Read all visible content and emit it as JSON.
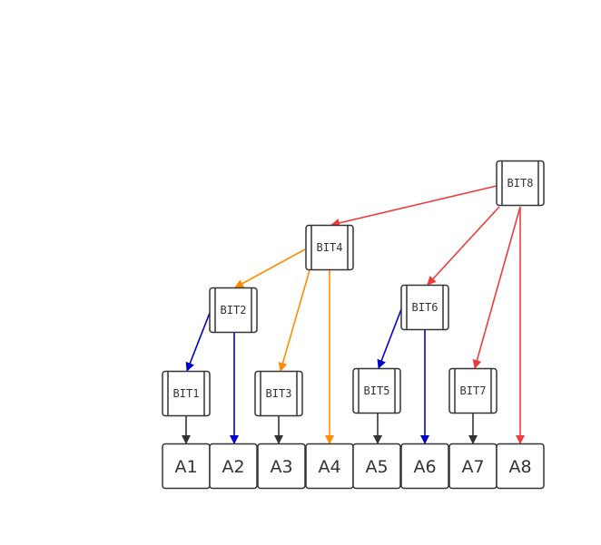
{
  "colors": {
    "red": "#ee3b3b",
    "orange": "#ff8c00",
    "blue": "#0000cc",
    "black": "#333333"
  },
  "bit_nodes": [
    {
      "id": "BIT1",
      "label": "BIT1"
    },
    {
      "id": "BIT2",
      "label": "BIT2"
    },
    {
      "id": "BIT3",
      "label": "BIT3"
    },
    {
      "id": "BIT4",
      "label": "BIT4"
    },
    {
      "id": "BIT5",
      "label": "BIT5"
    },
    {
      "id": "BIT6",
      "label": "BIT6"
    },
    {
      "id": "BIT7",
      "label": "BIT7"
    },
    {
      "id": "BIT8",
      "label": "BIT8"
    }
  ],
  "array_nodes": [
    {
      "id": "A1",
      "label": "A1"
    },
    {
      "id": "A2",
      "label": "A2"
    },
    {
      "id": "A3",
      "label": "A3"
    },
    {
      "id": "A4",
      "label": "A4"
    },
    {
      "id": "A5",
      "label": "A5"
    },
    {
      "id": "A6",
      "label": "A6"
    },
    {
      "id": "A7",
      "label": "A7"
    },
    {
      "id": "A8",
      "label": "A8"
    }
  ],
  "edges": [
    {
      "from": "BIT8",
      "to": "BIT4",
      "color": "red"
    },
    {
      "from": "BIT8",
      "to": "BIT6",
      "color": "red"
    },
    {
      "from": "BIT8",
      "to": "BIT7",
      "color": "red"
    },
    {
      "from": "BIT8",
      "to": "A8",
      "color": "red"
    },
    {
      "from": "BIT4",
      "to": "BIT2",
      "color": "orange"
    },
    {
      "from": "BIT4",
      "to": "BIT3",
      "color": "orange"
    },
    {
      "from": "BIT4",
      "to": "A4",
      "color": "orange"
    },
    {
      "from": "BIT2",
      "to": "BIT1",
      "color": "blue"
    },
    {
      "from": "BIT2",
      "to": "A2",
      "color": "blue"
    },
    {
      "from": "BIT6",
      "to": "BIT5",
      "color": "blue"
    },
    {
      "from": "BIT6",
      "to": "A6",
      "color": "blue"
    },
    {
      "from": "BIT1",
      "to": "A1",
      "color": "black"
    },
    {
      "from": "BIT3",
      "to": "A3",
      "color": "black"
    },
    {
      "from": "BIT5",
      "to": "A5",
      "color": "black"
    },
    {
      "from": "BIT7",
      "to": "A7",
      "color": "black"
    }
  ]
}
